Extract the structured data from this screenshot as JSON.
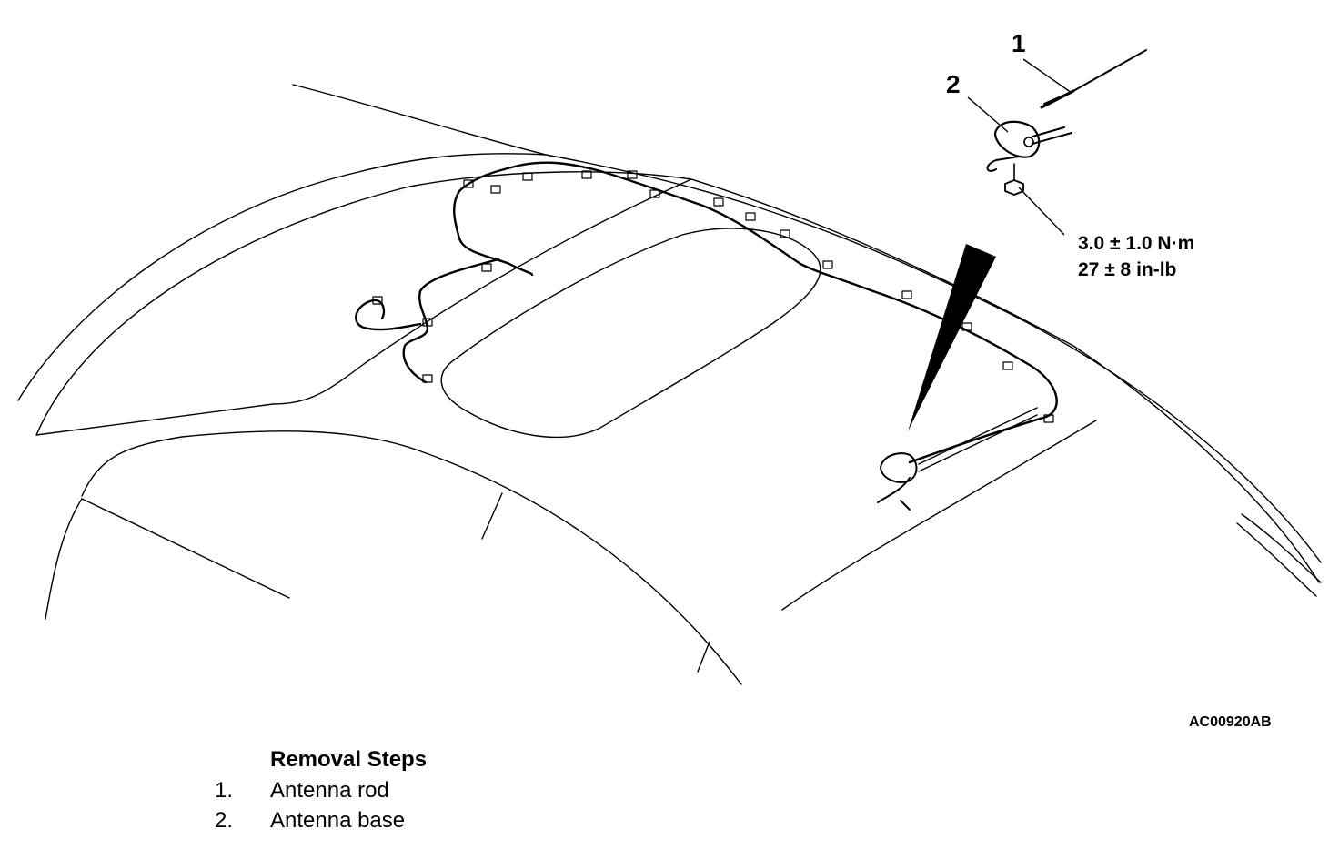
{
  "callouts": {
    "rod_number": "1",
    "base_number": "2"
  },
  "torque_spec": {
    "metric": "3.0 ± 1.0 N·m",
    "imperial": "27 ± 8 in-lb"
  },
  "figure_id": "AC00920AB",
  "removal_steps": {
    "title": "Removal Steps",
    "steps": [
      {
        "number": "1.",
        "label": "Antenna rod"
      },
      {
        "number": "2.",
        "label": "Antenna base"
      }
    ]
  },
  "colors": {
    "line": "#000000",
    "background": "#ffffff"
  }
}
